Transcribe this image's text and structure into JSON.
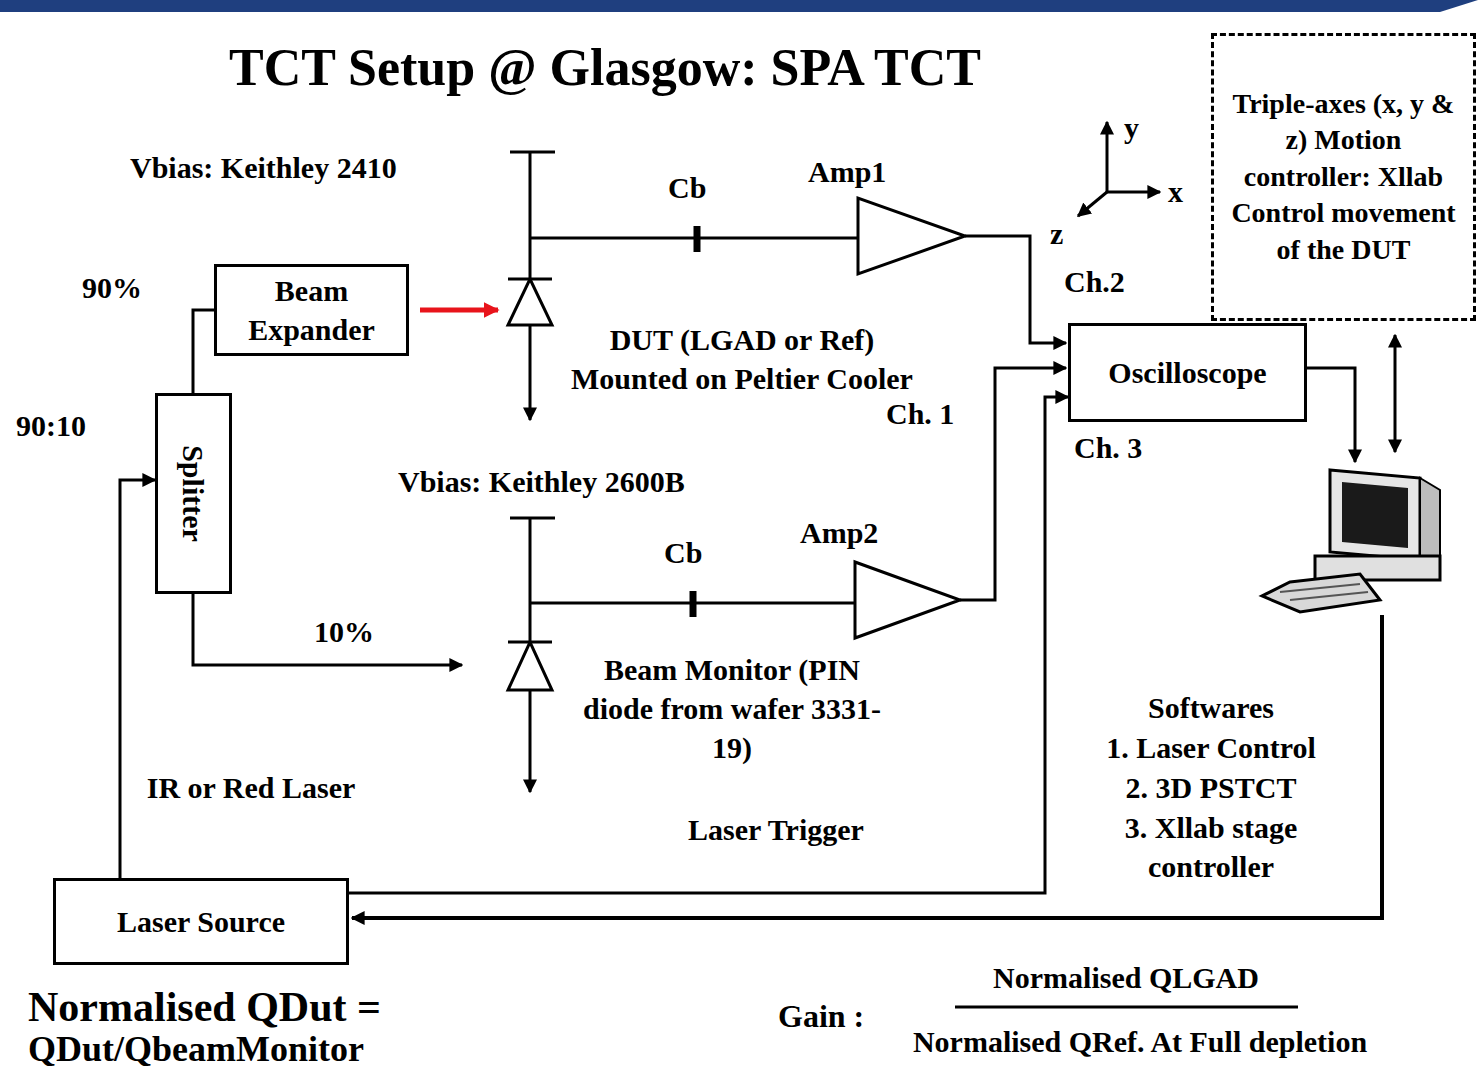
{
  "diagram": {
    "title": "TCT Setup @ Glasgow: SPA TCT",
    "nodes": [
      {
        "text": [
          "Beam Expander"
        ]
      },
      {
        "text": [
          "Splitter"
        ]
      },
      {
        "text": [
          "Oscilloscope"
        ]
      },
      {
        "text": [
          "Triple-axes (x, y & z) Motion controller: Xllab Control movement of the DUT"
        ]
      },
      {
        "text": [
          "Laser Source"
        ]
      }
    ],
    "edges": [
      {
        "from": 4,
        "to": 1,
        "arrow": "to"
      },
      {
        "from": 1,
        "to": 0,
        "arrow": "none"
      },
      {
        "from": 4,
        "to": 2,
        "arrow": "to",
        "label": "Laser Trigger"
      }
    ],
    "labels": [
      "Vbias: Keithley 2410",
      "Cb",
      "Amp1",
      "y",
      "x",
      "z",
      "Ch.2",
      "DUT (LGAD or Ref) Mounted on Peltier Cooler",
      "Ch. 1",
      "Ch. 3",
      "90%",
      "90:10",
      "Vbias: Keithley 2600B",
      "Cb",
      "Amp2",
      "10%",
      "Beam Monitor (PIN diode from wafer 3331-19)",
      "Softwares",
      "1. Laser Control",
      "2. 3D PSTCT",
      "3. Xllab stage controller",
      "IR or Red Laser",
      "Normalised QDut =",
      "QDut/QbeamMonitor",
      "Gain :",
      "Normalised QLGAD",
      "Normalised QRef. At Full depletion"
    ]
  }
}
